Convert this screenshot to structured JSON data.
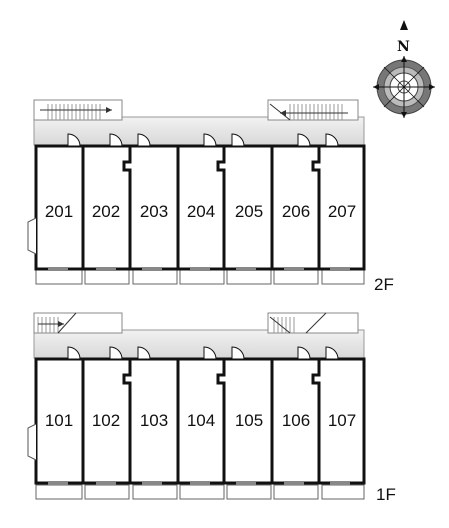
{
  "compass": {
    "label": "N"
  },
  "floors": [
    {
      "label": "2F",
      "units": [
        "201",
        "202",
        "203",
        "204",
        "205",
        "206",
        "207"
      ]
    },
    {
      "label": "1F",
      "units": [
        "101",
        "102",
        "103",
        "104",
        "105",
        "106",
        "107"
      ]
    }
  ]
}
